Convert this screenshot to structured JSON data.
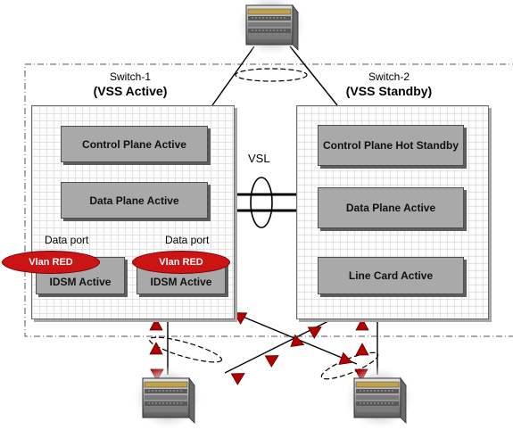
{
  "switch1": {
    "name": "Switch-1",
    "role": "(VSS Active)",
    "control_plane": "Control Plane Active",
    "data_plane": "Data Plane Active",
    "data_port_left": "Data port",
    "data_port_right": "Data port",
    "vlan_left": "Vlan RED",
    "vlan_right": "Vlan RED",
    "idsm_left": "IDSM Active",
    "idsm_right": "IDSM Active"
  },
  "switch2": {
    "name": "Switch-2",
    "role": "(VSS Standby)",
    "control_plane": "Control Plane Hot Standby",
    "data_plane": "Data Plane Active",
    "line_card": "Line Card Active"
  },
  "vsl_label": "VSL",
  "colors": {
    "vlan": "#cc1414",
    "block": "#a9a9a9",
    "arrow": "#b30000"
  },
  "icons": [
    "switch-chassis-icon",
    "flow-arrow-icon"
  ]
}
